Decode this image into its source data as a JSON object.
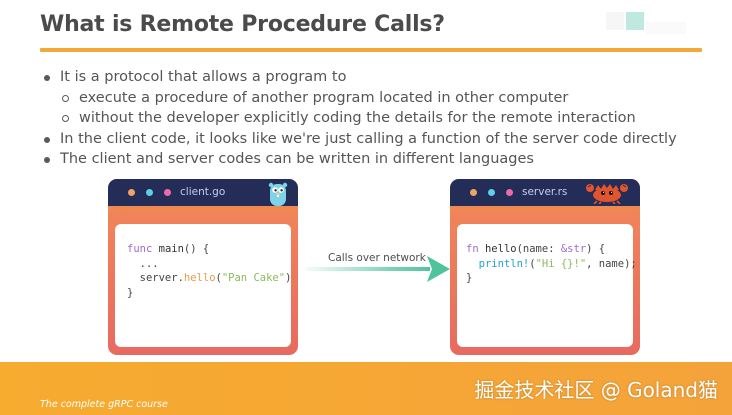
{
  "slide": {
    "title": "What is Remote Procedure Calls?",
    "bullets": {
      "b1": "It is a protocol that allows a program to",
      "b1a": "execute a procedure of another program located in other computer",
      "b1b": "without the developer explicitly coding the details for the remote interaction",
      "b2": "In the client code, it looks like we're just calling a function of the server code directly",
      "b3": "The client and server codes can be written in different languages"
    }
  },
  "client": {
    "filename": "client.go",
    "code": {
      "kw_func": "func",
      "fn_main": "main",
      "l1_rest": "() {",
      "l2": "  ...",
      "l3_obj": "  server.",
      "l3_fn": "hello",
      "l3_open": "(",
      "l3_str": "\"Pan Cake\"",
      "l3_close": ")",
      "l4": "}"
    },
    "icon": "gopher-icon"
  },
  "server": {
    "filename": "server.rs",
    "code": {
      "kw_fn": "fn",
      "fn_hello": "hello",
      "l1_a": "(name: ",
      "l1_ref": "&str",
      "l1_b": ") {",
      "l2_indent": "  ",
      "l2_macro": "println!",
      "l2_open": "(",
      "l2_str": "\"Hi {}!\"",
      "l2_rest": ", name);",
      "l3": "}"
    },
    "icon": "ferris-crab-icon"
  },
  "arrow": {
    "label": "Calls over network"
  },
  "footer": {
    "course": "The complete gRPC course",
    "watermark": "掘金技术社区 @ Goland猫"
  },
  "colors": {
    "accent": "#f3a93a",
    "window_titlebar": "#242d57",
    "window_body": "#ef7a5a",
    "arrow": "#5bc79f",
    "footer": "#f6a832"
  }
}
